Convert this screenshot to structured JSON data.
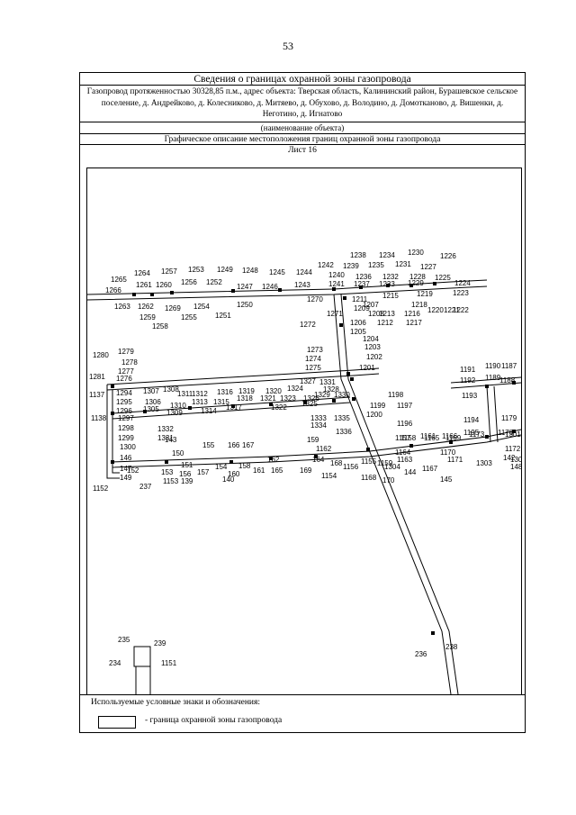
{
  "page_number": "53",
  "header": {
    "title": "Сведения о границах охранной зоны газопровода",
    "object_description": "Газопровод протяженностью 30328,85 п.м., адрес объекта: Тверская область, Калининский район, Бурашевское сельское поселение, д. Андрейково, д. Колесниково, д. Митяево, д. Обухово, д. Володино, д. Домотканово, д. Вишенки, д. Неготино, д. Игнатово",
    "object_name_caption": "(наименование объекта)",
    "graphic_title": "Графическое описание местоположения границ охранной зоны газопровода",
    "sheet": "Лист 16"
  },
  "legend": {
    "title": "Используемые условные знаки и обозначения:",
    "items": [
      {
        "label": "- граница охранной зоны газопровода"
      }
    ]
  },
  "map_labels": [
    "1238",
    "1234",
    "1230",
    "1226",
    "1242",
    "1239",
    "1235",
    "1231",
    "1227",
    "1265",
    "1264",
    "1257",
    "1253",
    "1249",
    "1248",
    "1245",
    "1244",
    "1240",
    "1236",
    "1232",
    "1228",
    "1224",
    "1223",
    "1266",
    "1261",
    "1260",
    "1256",
    "1252",
    "1247",
    "1246",
    "1243",
    "1241",
    "1237",
    "1233",
    "1229",
    "1225",
    "1270",
    "1215",
    "1219",
    "1222",
    "1263",
    "1262",
    "1269",
    "1254",
    "1250",
    "1211",
    "1218",
    "1221",
    "1259",
    "1255",
    "1251",
    "1209",
    "1213",
    "1216",
    "1220",
    "1258",
    "1271",
    "1207",
    "1208",
    "1206",
    "1212",
    "1217",
    "1272",
    "1205",
    "1204",
    "1203",
    "1273",
    "1202",
    "1274",
    "1201",
    "1275",
    "1280",
    "1279",
    "1278",
    "1281",
    "1277",
    "1276",
    "1191",
    "1190",
    "1187",
    "1192",
    "1189",
    "1188",
    "1193",
    "1137",
    "1294",
    "1307",
    "1308",
    "1311",
    "1312",
    "1316",
    "1319",
    "1320",
    "1324",
    "1327",
    "1331",
    "1328",
    "1198",
    "1295",
    "1306",
    "1310",
    "1313",
    "1315",
    "1318",
    "1321",
    "1323",
    "1326",
    "1329",
    "1330",
    "1199",
    "1197",
    "1296",
    "1305",
    "1309",
    "1314",
    "1317",
    "1322",
    "1325",
    "1200",
    "1138",
    "1297",
    "1333",
    "1194",
    "1179",
    "1298",
    "1332",
    "1334",
    "1335",
    "1196",
    "1299",
    "1331",
    "1336",
    "1157",
    "1161",
    "1166",
    "1195",
    "1178",
    "1300",
    "143",
    "166",
    "1158",
    "1165",
    "1169",
    "1173",
    "1301",
    "146",
    "150",
    "155",
    "167",
    "159",
    "1162",
    "1164",
    "1170",
    "1172",
    "1302",
    "147",
    "151",
    "154",
    "158",
    "162",
    "164",
    "168",
    "1155",
    "1159",
    "1163",
    "1167",
    "1171",
    "1303",
    "142",
    "148",
    "149",
    "153",
    "156",
    "157",
    "160",
    "161",
    "165",
    "169",
    "1154",
    "1156",
    "1168",
    "1304",
    "144",
    "145",
    "152",
    "1153",
    "139",
    "140",
    "170",
    "1152",
    "237",
    "236",
    "238",
    "235",
    "239",
    "234",
    "1151"
  ]
}
